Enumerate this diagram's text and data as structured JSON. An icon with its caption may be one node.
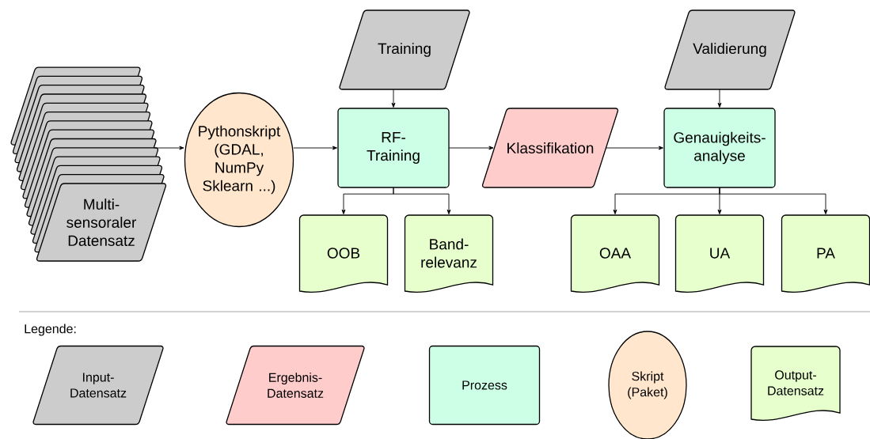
{
  "diagram": {
    "nodes": [
      {
        "text": [
          "Multi- sensoraler Datensatz"
        ]
      },
      {
        "text": [
          "Pythonskript (GDAL, NumPy Sklearn ...)"
        ]
      },
      {
        "text": [
          "Training"
        ]
      },
      {
        "text": [
          "RF- Training"
        ]
      },
      {
        "text": [
          "Klassifikation"
        ]
      },
      {
        "text": [
          "Validierung"
        ]
      },
      {
        "text": [
          "Genauigkeits- analyse"
        ]
      },
      {
        "text": [
          "OOB"
        ]
      },
      {
        "text": [
          "Band- relevanz"
        ]
      },
      {
        "text": [
          "OAA"
        ]
      },
      {
        "text": [
          "UA"
        ]
      },
      {
        "text": [
          "PA"
        ]
      }
    ],
    "edges": [
      {
        "from": 0,
        "to": 1,
        "arrow": "to"
      },
      {
        "from": 1,
        "to": 3,
        "arrow": "to"
      },
      {
        "from": 2,
        "to": 3,
        "arrow": "to"
      },
      {
        "from": 3,
        "to": 4,
        "arrow": "to"
      },
      {
        "from": 4,
        "to": 6,
        "arrow": "to"
      },
      {
        "from": 5,
        "to": 6,
        "arrow": "to"
      },
      {
        "from": 3,
        "to": 7,
        "arrow": "to"
      },
      {
        "from": 3,
        "to": 8,
        "arrow": "to"
      },
      {
        "from": 6,
        "to": 9,
        "arrow": "to"
      },
      {
        "from": 6,
        "to": 10,
        "arrow": "to"
      },
      {
        "from": 6,
        "to": 11,
        "arrow": "to"
      }
    ],
    "labels": [
      "Legende:"
    ],
    "legend": [
      {
        "text": "Input- Datensatz"
      },
      {
        "text": "Ergebnis- Datensatz"
      },
      {
        "text": "Prozess"
      },
      {
        "text": "Skript (Paket)"
      },
      {
        "text": "Output- Datensatz"
      }
    ]
  }
}
